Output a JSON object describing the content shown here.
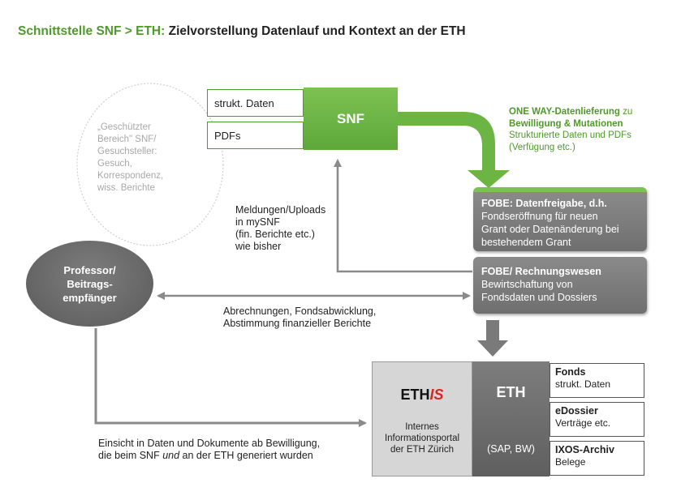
{
  "title": {
    "prefix": "Schnittstelle SNF > ETH:",
    "rest": " Zielvorstellung Datenlauf und Kontext an der ETH"
  },
  "snf": {
    "label": "SNF",
    "input_struct": "strukt. Daten",
    "input_pdfs": "PDFs"
  },
  "protected_area": {
    "lines": [
      "„Geschützter",
      "Bereich\" SNF/",
      "Gesuchsteller:",
      "Gesuch,",
      "Korrespondenz,",
      "wiss. Berichte"
    ]
  },
  "oneway": {
    "line1_bold": "ONE WAY-Datenlieferung",
    "line1_rest": " zu",
    "line2_bold": "Bewilligung & Mutationen",
    "line3": "Strukturierte Daten und PDFs",
    "line4": "(Verfügung etc.)"
  },
  "fobe1": {
    "title": "FOBE: Datenfreigabe, d.h.",
    "lines": [
      "Fondseröffnung für neuen",
      "Grant oder Datenänderung bei",
      "bestehendem Grant"
    ]
  },
  "fobe2": {
    "title": "FOBE/ Rechnungswesen",
    "lines": [
      "Bewirtschaftung von",
      "Fondsdaten und Dossiers"
    ]
  },
  "meldungen": {
    "lines": [
      "Meldungen/Uploads",
      "in mySNF",
      "(fin. Berichte etc.)",
      "wie bisher"
    ]
  },
  "professor": {
    "lines": [
      "Professor/",
      "Beitrags-",
      "empfänger"
    ]
  },
  "abrechnungen": {
    "lines": [
      "Abrechnungen, Fondsabwicklung,",
      "Abstimmung finanzieller Berichte"
    ]
  },
  "einsicht": {
    "line1": "Einsicht in Daten und Dokumente ab Bewilligung,",
    "line2_pre": "die beim SNF ",
    "line2_em": "und",
    "line2_post": " an der ETH generiert wurden"
  },
  "ethis": {
    "title_main": "ETH",
    "title_is": "IS",
    "lines": [
      "Internes",
      "Informationsportal",
      "der ETH Zürich"
    ]
  },
  "eth": {
    "label": "ETH",
    "sub": "(SAP, BW)"
  },
  "side_boxes": [
    {
      "title": "Fonds",
      "text": "strukt. Daten"
    },
    {
      "title": "eDossier",
      "text": "Verträge etc."
    },
    {
      "title": "IXOS-Archiv",
      "text": "Belege"
    }
  ],
  "colors": {
    "green": "#4f9a2a",
    "snf_green": "#6cb545",
    "grey": "#7a7a7a",
    "arrow_grey": "#8a8a8a",
    "red": "#dd2222"
  }
}
